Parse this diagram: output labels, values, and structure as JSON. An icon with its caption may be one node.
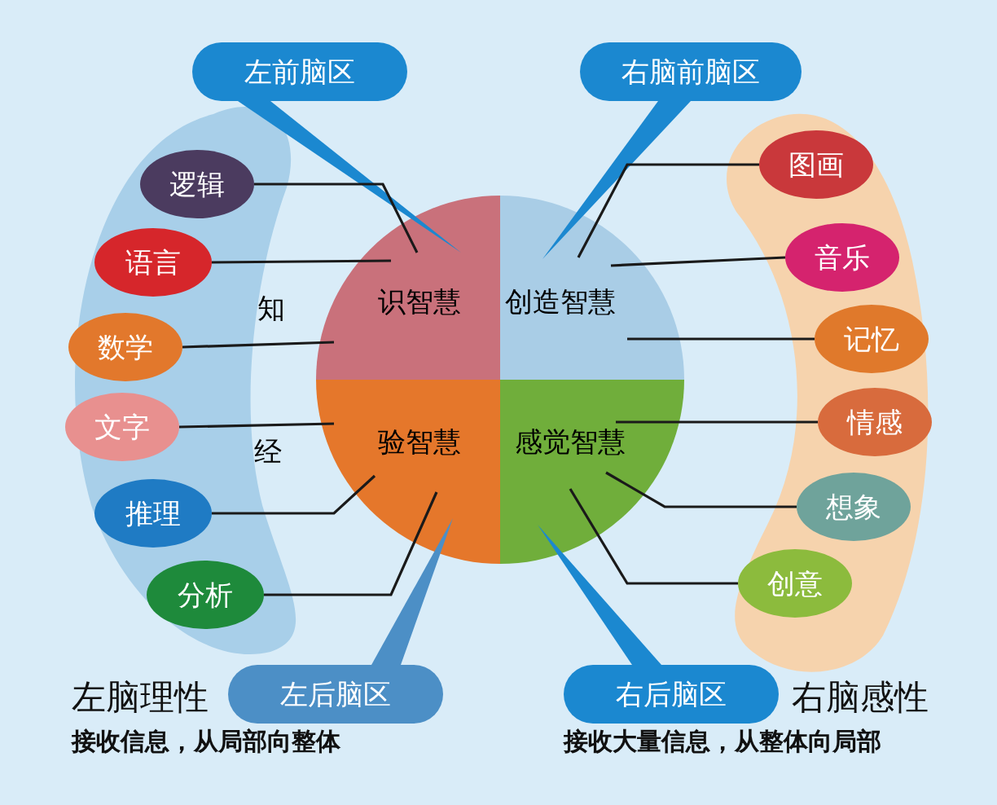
{
  "diagram": {
    "nodes": [
      {
        "text": [
          "左前脑区"
        ]
      },
      {
        "text": [
          "右脑前脑区"
        ]
      },
      {
        "text": [],
        "shape": "box"
      },
      {
        "text": [
          "逻辑"
        ],
        "in": 2
      },
      {
        "text": [
          "语言"
        ],
        "in": 2
      },
      {
        "text": [
          "数学"
        ],
        "in": 2
      },
      {
        "text": [
          "文字"
        ],
        "in": 2
      },
      {
        "text": [
          "推理"
        ],
        "in": 2
      },
      {
        "text": [
          "分析"
        ],
        "in": 2
      },
      {
        "text": [
          "识智慧"
        ],
        "beside": [
          "知"
        ]
      },
      {
        "text": [
          "创造智慧"
        ]
      },
      {
        "text": [
          "验智慧"
        ],
        "beside": [
          "经"
        ]
      },
      {
        "text": [
          "感觉智慧"
        ]
      },
      {
        "text": [],
        "shape": "box"
      },
      {
        "text": [
          "图画"
        ],
        "in": 13
      },
      {
        "text": [
          "音乐"
        ],
        "in": 13
      },
      {
        "text": [
          "记忆"
        ],
        "in": 13
      },
      {
        "text": [
          "情感"
        ],
        "in": 13
      },
      {
        "text": [
          "想象"
        ],
        "in": 13
      },
      {
        "text": [
          "创意"
        ],
        "in": 13
      },
      {
        "text": [
          "左后脑区"
        ]
      },
      {
        "text": [
          "右后脑区"
        ]
      }
    ],
    "edges": [
      {
        "from": 0,
        "to": 9,
        "arrow": "none"
      },
      {
        "from": 1,
        "to": 10,
        "arrow": "none"
      },
      {
        "from": 20,
        "to": 11,
        "arrow": "none"
      },
      {
        "from": 21,
        "to": 12,
        "arrow": "none"
      },
      {
        "from": 3,
        "to": 9,
        "arrow": "none"
      },
      {
        "from": 4,
        "to": 9,
        "arrow": "none"
      },
      {
        "from": 5,
        "to": 9,
        "arrow": "none"
      },
      {
        "from": 6,
        "to": 11,
        "arrow": "none"
      },
      {
        "from": 7,
        "to": 11,
        "arrow": "none"
      },
      {
        "from": 8,
        "to": 11,
        "arrow": "none"
      },
      {
        "from": 14,
        "to": 10,
        "arrow": "none"
      },
      {
        "from": 15,
        "to": 10,
        "arrow": "none"
      },
      {
        "from": 16,
        "to": 10,
        "arrow": "none"
      },
      {
        "from": 17,
        "to": 12,
        "arrow": "none"
      },
      {
        "from": 18,
        "to": 12,
        "arrow": "none"
      },
      {
        "from": 19,
        "to": 12,
        "arrow": "none"
      }
    ],
    "labels": [
      "左脑理性",
      "接收信息，从局部向整体",
      "右脑感性",
      "接收大量信息，从整体向局部"
    ]
  }
}
